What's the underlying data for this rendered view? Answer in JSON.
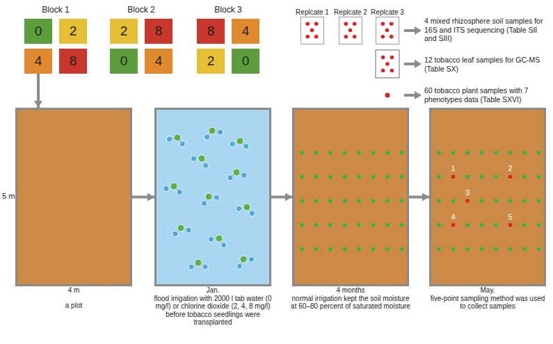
{
  "diagram": {
    "nodes": [
      {
        "text": [
          "0"
        ]
      },
      {
        "text": [
          "2"
        ]
      },
      {
        "text": [
          "4"
        ]
      },
      {
        "text": [
          "8"
        ]
      },
      {
        "text": [
          "2"
        ]
      },
      {
        "text": [
          "8"
        ]
      },
      {
        "text": [
          "0"
        ]
      },
      {
        "text": [
          "4"
        ]
      },
      {
        "text": [
          "8"
        ]
      },
      {
        "text": [
          "4"
        ]
      },
      {
        "text": [
          "2"
        ]
      },
      {
        "text": [
          "0"
        ]
      },
      {
        "text": [
          "Replcate 1"
        ]
      },
      {
        "text": [
          "Replcate 2"
        ]
      },
      {
        "text": [
          "Replcate 3"
        ]
      },
      {
        "text": [
          "4 m",
          "a plot"
        ]
      },
      {
        "text": [
          "Jan.",
          "flood irrigation with 2000 l tab water (0 mg/l) or chlorine dioxide (2, 4, 8 mg/l) before tobacco seedlings were transplanted"
        ]
      },
      {
        "text": [
          "4 months",
          "normal irrigation kept the soil moisture at 60–80 percent of saturated moisture"
        ]
      },
      {
        "text": [
          "May.",
          "five-point sampling method was used to collect samples"
        ]
      }
    ],
    "edges": [
      {
        "from": 2,
        "to": 15,
        "arrow": "to"
      },
      {
        "from": 15,
        "to": 16,
        "arrow": "to"
      },
      {
        "from": 16,
        "to": 17,
        "arrow": "to"
      },
      {
        "from": 17,
        "to": 18,
        "arrow": "to"
      }
    ],
    "labels": [
      "Block 1",
      "Block 2",
      "Block 3",
      "4 mixed rhizosphere soil samples for 16S and ITS sequencing (Table SII and SIII)",
      "12 tobacco leaf samples for GC-MS (Table SX)",
      "60 tobacco plant samples with 7 phenotypes data (Table SXVI)",
      "5 m",
      "1",
      "2",
      "3",
      "4",
      "5"
    ]
  }
}
